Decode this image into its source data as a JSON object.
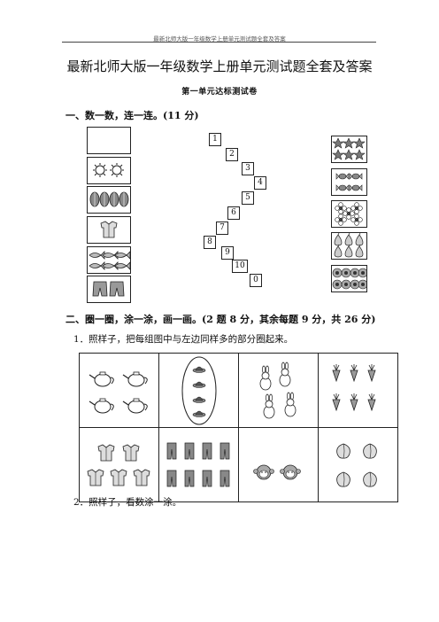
{
  "header": {
    "text": "最新北师大版一年级数学上册单元测试题全套及答案"
  },
  "title": "最新北师大版一年级数学上册单元测试题全套及答案",
  "subtitle": "第一单元达标测试卷",
  "section1": {
    "heading": "一、数一数，连一连。(11 分)",
    "numbers": [
      "1",
      "2",
      "3",
      "4",
      "5",
      "6",
      "7",
      "8",
      "9",
      "10",
      "0"
    ],
    "left_pictures": [
      "empty",
      "sun",
      "leaf",
      "shirt",
      "fish",
      "shorts"
    ],
    "right_pictures": [
      "star",
      "candy",
      "flower",
      "pear",
      "bloom"
    ]
  },
  "section2": {
    "heading": "二、圈一圈，涂一涂，画一画。(2 题 8 分，其余每题 9 分，共 26 分)",
    "q1": "1．照样子，把每组图中与左边同样多的部分圈起来。",
    "q2": "2．照样子，看数涂一涂。",
    "table_rows": [
      [
        "teapot",
        "hat",
        "rabbit",
        "carrot"
      ],
      [
        "shirt",
        "pants",
        "monkey",
        "peach"
      ]
    ]
  }
}
